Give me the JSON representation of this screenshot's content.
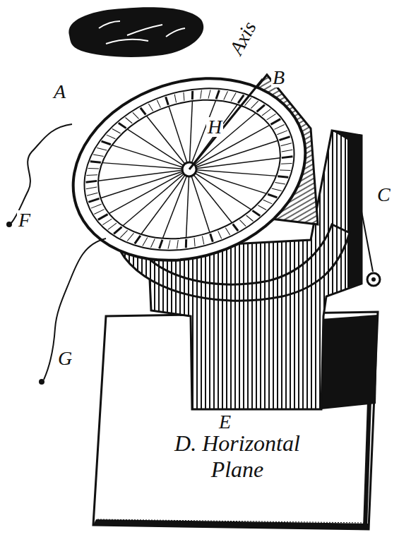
{
  "diagram": {
    "nodes": [
      {
        "text": [
          "D. Horizontal Plane"
        ]
      }
    ],
    "labels": [
      "Axis",
      "A",
      "B",
      "H",
      "C",
      "F",
      "G",
      "E"
    ]
  }
}
